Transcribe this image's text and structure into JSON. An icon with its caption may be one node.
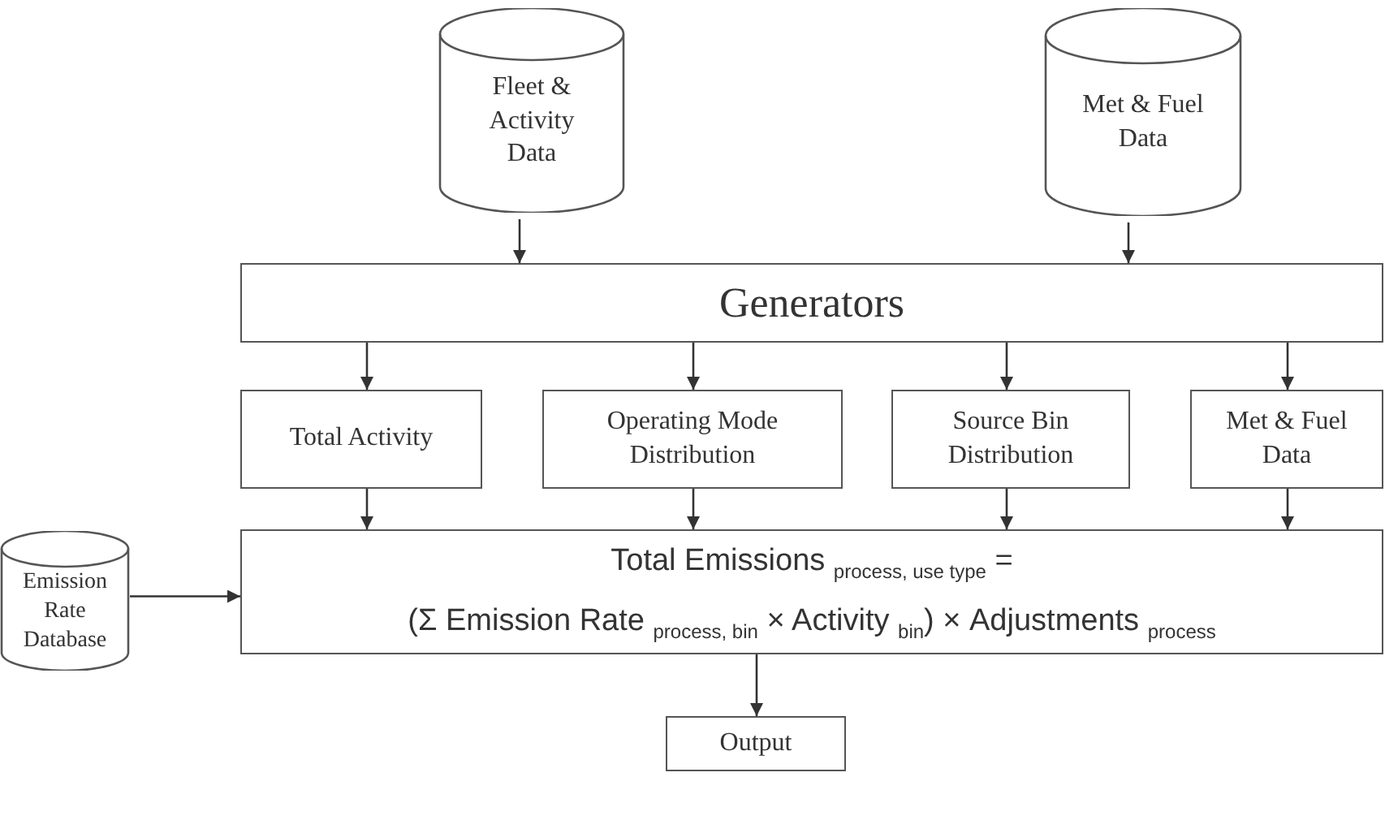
{
  "diagram": {
    "nodes": [
      {
        "text": [
          "Fleet & Activity Data"
        ]
      },
      {
        "text": [
          "Met & Fuel Data"
        ]
      },
      {
        "text": [
          "Generators"
        ]
      },
      {
        "text": [
          "Total Activity"
        ]
      },
      {
        "text": [
          "Operating Mode Distribution"
        ]
      },
      {
        "text": [
          "Source Bin Distribution"
        ]
      },
      {
        "text": [
          "Met & Fuel Data"
        ]
      },
      {
        "text": [
          "Emission Rate Database"
        ]
      },
      {
        "text": [
          "Total Emissions $_{process, use type}$ =",
          "(Σ Emission Rate $_{process, bin}$ × Activity $_{bin}$) × Adjustments $_{process}$"
        ]
      },
      {
        "text": [
          "Output"
        ]
      }
    ],
    "edges": [
      {
        "from": 0,
        "to": 2,
        "arrow": "to"
      },
      {
        "from": 1,
        "to": 2,
        "arrow": "to"
      },
      {
        "from": 2,
        "to": 3,
        "arrow": "to"
      },
      {
        "from": 2,
        "to": 4,
        "arrow": "to"
      },
      {
        "from": 2,
        "to": 5,
        "arrow": "to"
      },
      {
        "from": 2,
        "to": 6,
        "arrow": "to"
      },
      {
        "from": 3,
        "to": 8,
        "arrow": "to"
      },
      {
        "from": 4,
        "to": 8,
        "arrow": "to"
      },
      {
        "from": 5,
        "to": 8,
        "arrow": "to"
      },
      {
        "from": 6,
        "to": 8,
        "arrow": "to"
      },
      {
        "from": 7,
        "to": 8,
        "arrow": "to"
      },
      {
        "from": 8,
        "to": 9,
        "arrow": "to"
      }
    ]
  }
}
